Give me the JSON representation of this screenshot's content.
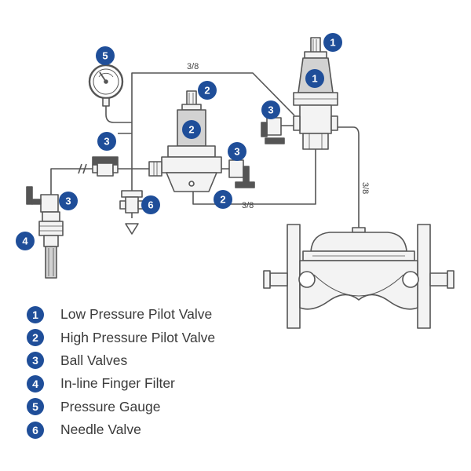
{
  "colors": {
    "badge": "#1f4e99",
    "line": "#555555",
    "fill": "#f3f3f3",
    "body_fill": "#d2d2d2"
  },
  "badges": {
    "lp_pilot_top": "1",
    "lp_pilot_body": "1",
    "hp_pilot_top": "2",
    "hp_pilot_body": "2",
    "hp_pilot_bottom": "2",
    "ball_valve_left": "3",
    "ball_valve_center": "3",
    "ball_valve_right": "3",
    "ball_valve_lower_left": "3",
    "finger_filter": "4",
    "pressure_gauge": "5",
    "needle_valve": "6"
  },
  "dimensions": {
    "top_pipe": "3/8",
    "bottom_pipe": "3/8",
    "vertical_pipe": "3/8"
  },
  "legend": [
    {
      "number": "1",
      "label": "Low Pressure Pilot Valve"
    },
    {
      "number": "2",
      "label": "High Pressure Pilot Valve"
    },
    {
      "number": "3",
      "label": "Ball Valves"
    },
    {
      "number": "4",
      "label": "In-line Finger Filter"
    },
    {
      "number": "5",
      "label": "Pressure Gauge"
    },
    {
      "number": "6",
      "label": "Needle Valve"
    }
  ]
}
